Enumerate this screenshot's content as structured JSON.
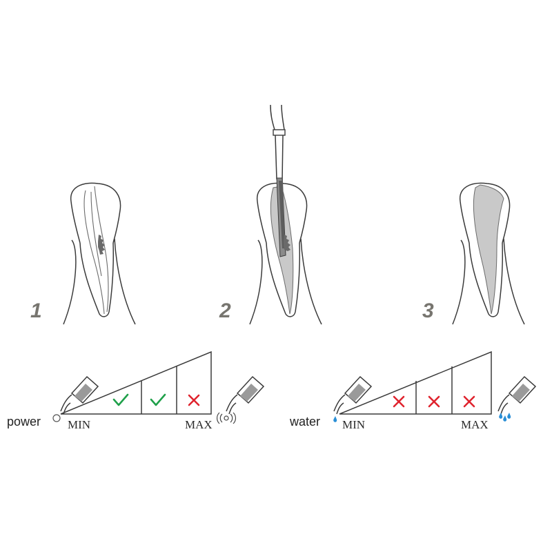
{
  "steps": [
    {
      "number": "1"
    },
    {
      "number": "2"
    },
    {
      "number": "3"
    }
  ],
  "scales": [
    {
      "label": "power",
      "min_label": "MIN",
      "max_label": "MAX",
      "levels": [
        "check",
        "check",
        "cross"
      ],
      "min_indicator": "vibration-low-icon",
      "max_indicator": "vibration-high-icon"
    },
    {
      "label": "water",
      "min_label": "MIN",
      "max_label": "MAX",
      "levels": [
        "cross",
        "cross",
        "cross"
      ],
      "min_indicator": "water-drop-low-icon",
      "max_indicator": "water-drops-high-icon"
    }
  ],
  "colors": {
    "check": "#1fa04a",
    "cross": "#e0232e",
    "water": "#2a8fd6",
    "canal_fill": "#c9c9c9",
    "outline": "#3a3a3a"
  }
}
